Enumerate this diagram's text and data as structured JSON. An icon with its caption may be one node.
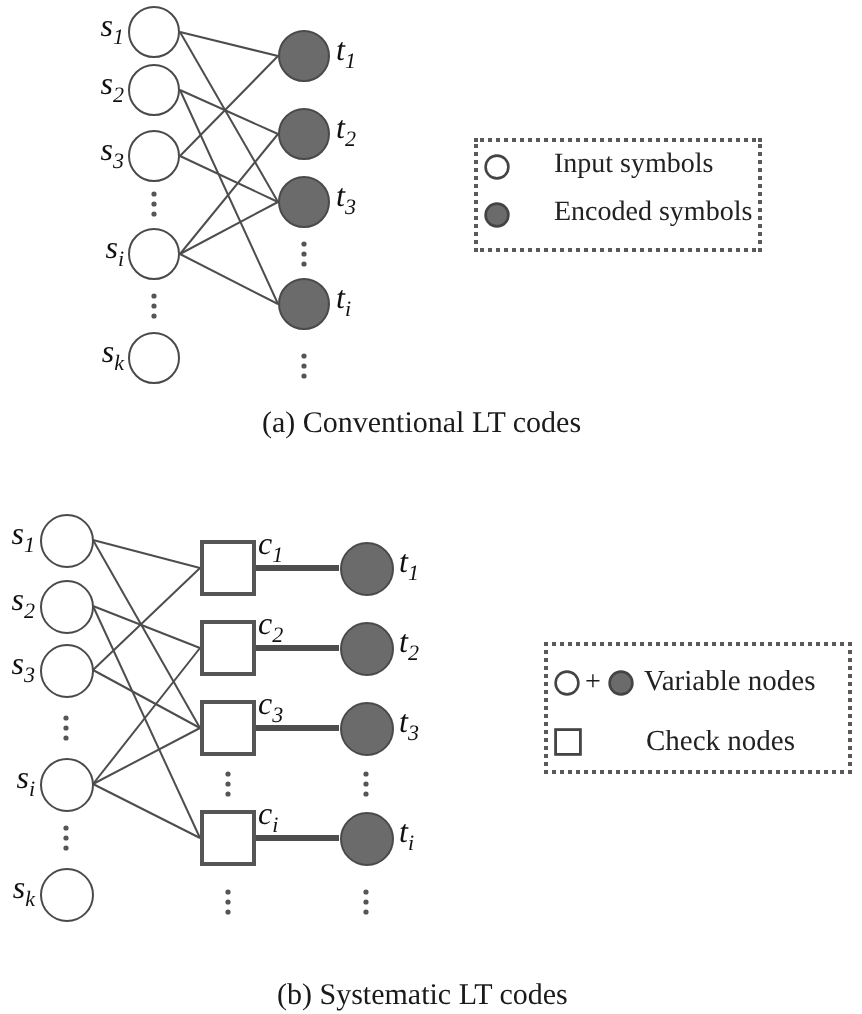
{
  "diagram": {
    "nodes": [
      {
        "text": [
          "s$_{1}$"
        ]
      },
      {
        "text": [
          "s$_{2}$"
        ]
      },
      {
        "text": [
          "s$_{3}$"
        ]
      },
      {
        "text": [
          "s$_{i}$"
        ]
      },
      {
        "text": [
          "s$_{k}$"
        ]
      },
      {
        "text": [
          "t$_{1}$"
        ]
      },
      {
        "text": [
          "t$_{2}$"
        ]
      },
      {
        "text": [
          "t$_{3}$"
        ]
      },
      {
        "text": [
          "t$_{i}$"
        ]
      },
      {
        "text": [
          "s$_{1}$"
        ]
      },
      {
        "text": [
          "s$_{2}$"
        ]
      },
      {
        "text": [
          "s$_{3}$"
        ]
      },
      {
        "text": [
          "s$_{i}$"
        ]
      },
      {
        "text": [
          "s$_{k}$"
        ]
      },
      {
        "text": [
          "c$_{1}$"
        ]
      },
      {
        "text": [
          "c$_{2}$"
        ]
      },
      {
        "text": [
          "c$_{3}$"
        ]
      },
      {
        "text": [
          "c$_{i}$"
        ]
      },
      {
        "text": [
          "t$_{1}$"
        ]
      },
      {
        "text": [
          "t$_{2}$"
        ]
      },
      {
        "text": [
          "t$_{3}$"
        ]
      },
      {
        "text": [
          "t$_{i}$"
        ]
      }
    ],
    "edges": [
      {
        "from": 0,
        "to": 5,
        "arrow": "none"
      },
      {
        "from": 0,
        "to": 7,
        "arrow": "none"
      },
      {
        "from": 1,
        "to": 6,
        "arrow": "none"
      },
      {
        "from": 1,
        "to": 8,
        "arrow": "none"
      },
      {
        "from": 2,
        "to": 5,
        "arrow": "none"
      },
      {
        "from": 2,
        "to": 7,
        "arrow": "none"
      },
      {
        "from": 3,
        "to": 6,
        "arrow": "none"
      },
      {
        "from": 3,
        "to": 7,
        "arrow": "none"
      },
      {
        "from": 3,
        "to": 8,
        "arrow": "none"
      },
      {
        "from": 9,
        "to": 14,
        "arrow": "none"
      },
      {
        "from": 9,
        "to": 16,
        "arrow": "none"
      },
      {
        "from": 10,
        "to": 15,
        "arrow": "none"
      },
      {
        "from": 10,
        "to": 17,
        "arrow": "none"
      },
      {
        "from": 11,
        "to": 14,
        "arrow": "none"
      },
      {
        "from": 11,
        "to": 16,
        "arrow": "none"
      },
      {
        "from": 12,
        "to": 15,
        "arrow": "none"
      },
      {
        "from": 12,
        "to": 16,
        "arrow": "none"
      },
      {
        "from": 12,
        "to": 17,
        "arrow": "none"
      },
      {
        "from": 14,
        "to": 18,
        "arrow": "none",
        "style": "thick"
      },
      {
        "from": 15,
        "to": 19,
        "arrow": "none",
        "style": "thick"
      },
      {
        "from": 16,
        "to": 20,
        "arrow": "none",
        "style": "thick"
      },
      {
        "from": 17,
        "to": 21,
        "arrow": "none",
        "style": "thick"
      }
    ],
    "labels": [
      "(a) Conventional LT codes",
      "+",
      "(b) Systematic LT codes"
    ],
    "legend": [
      {
        "text": "Input symbols"
      },
      {
        "text": "Encoded symbols"
      },
      {
        "text": "Variable nodes"
      },
      {
        "text": "Check nodes"
      }
    ]
  }
}
